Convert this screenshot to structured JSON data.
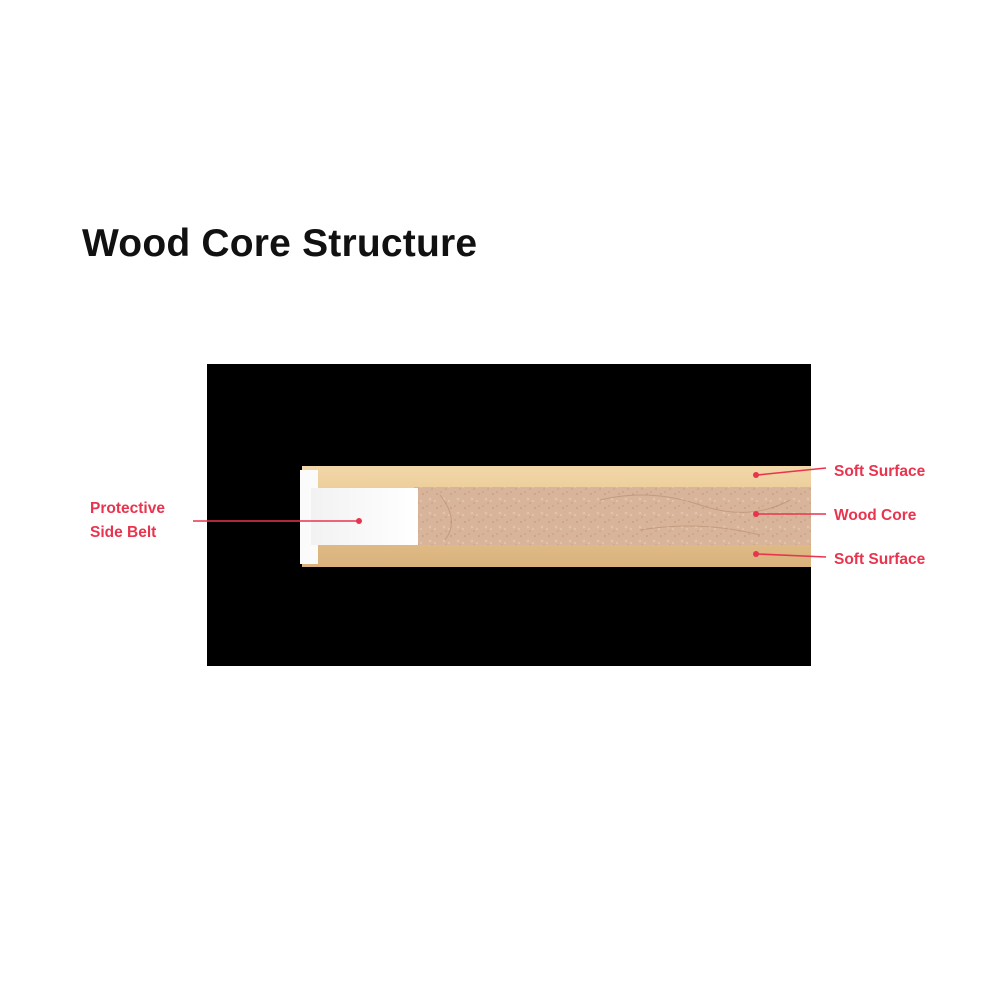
{
  "title": "Wood Core Structure",
  "colors": {
    "accent": "#e8344e",
    "background_panel": "#000000",
    "surface_layer": "#e8c896",
    "core": "#d9b59b",
    "side_belt": "#ffffff"
  },
  "diagram": {
    "labels": {
      "side_belt_line1": "Protective",
      "side_belt_line2": "Side Belt",
      "soft_surface_top": "Soft Surface",
      "wood_core": "Wood Core",
      "soft_surface_bottom": "Soft Surface"
    }
  }
}
